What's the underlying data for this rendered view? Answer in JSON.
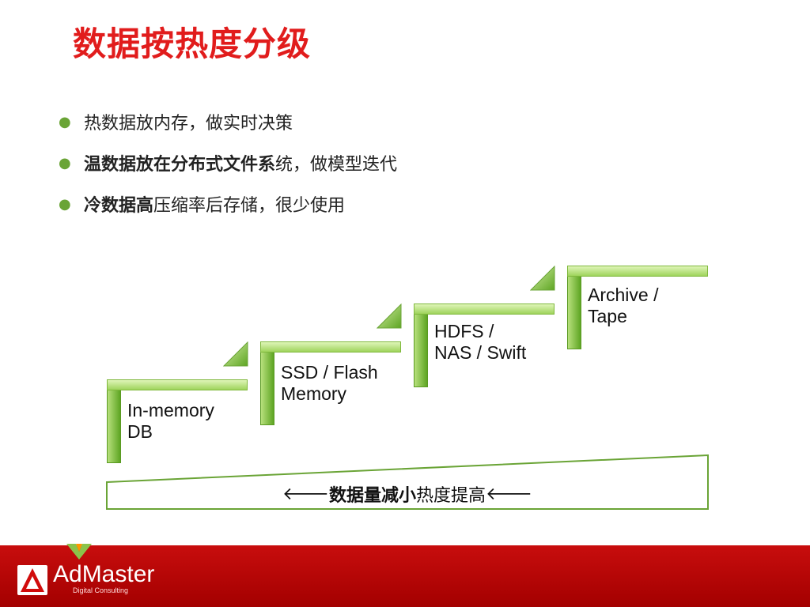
{
  "title": "数据按热度分级",
  "bullets": [
    {
      "bold": "",
      "text": "热数据放内存，做实时决策"
    },
    {
      "bold": "温数据放在分布式文件系",
      "text": "统，做模型迭代"
    },
    {
      "bold": "冷数据高",
      "text": "压缩率后存储，很少使用"
    }
  ],
  "steps": [
    {
      "line1": "In-memory",
      "line2": "DB"
    },
    {
      "line1": "SSD / Flash",
      "line2": "Memory"
    },
    {
      "line1": "HDFS /",
      "line2": "NAS / Swift"
    },
    {
      "line1": "Archive /",
      "line2": "Tape"
    }
  ],
  "caption": {
    "arrow_left": "",
    "bold": " 数据量减小",
    "text": "热度提高 ",
    "arrow_right": ""
  },
  "logo": {
    "name": "AdMaster",
    "subtitle": "Digital Consulting"
  },
  "colors": {
    "title": "#e11c1c",
    "green": "#6aa436",
    "footer": "#b50606"
  }
}
